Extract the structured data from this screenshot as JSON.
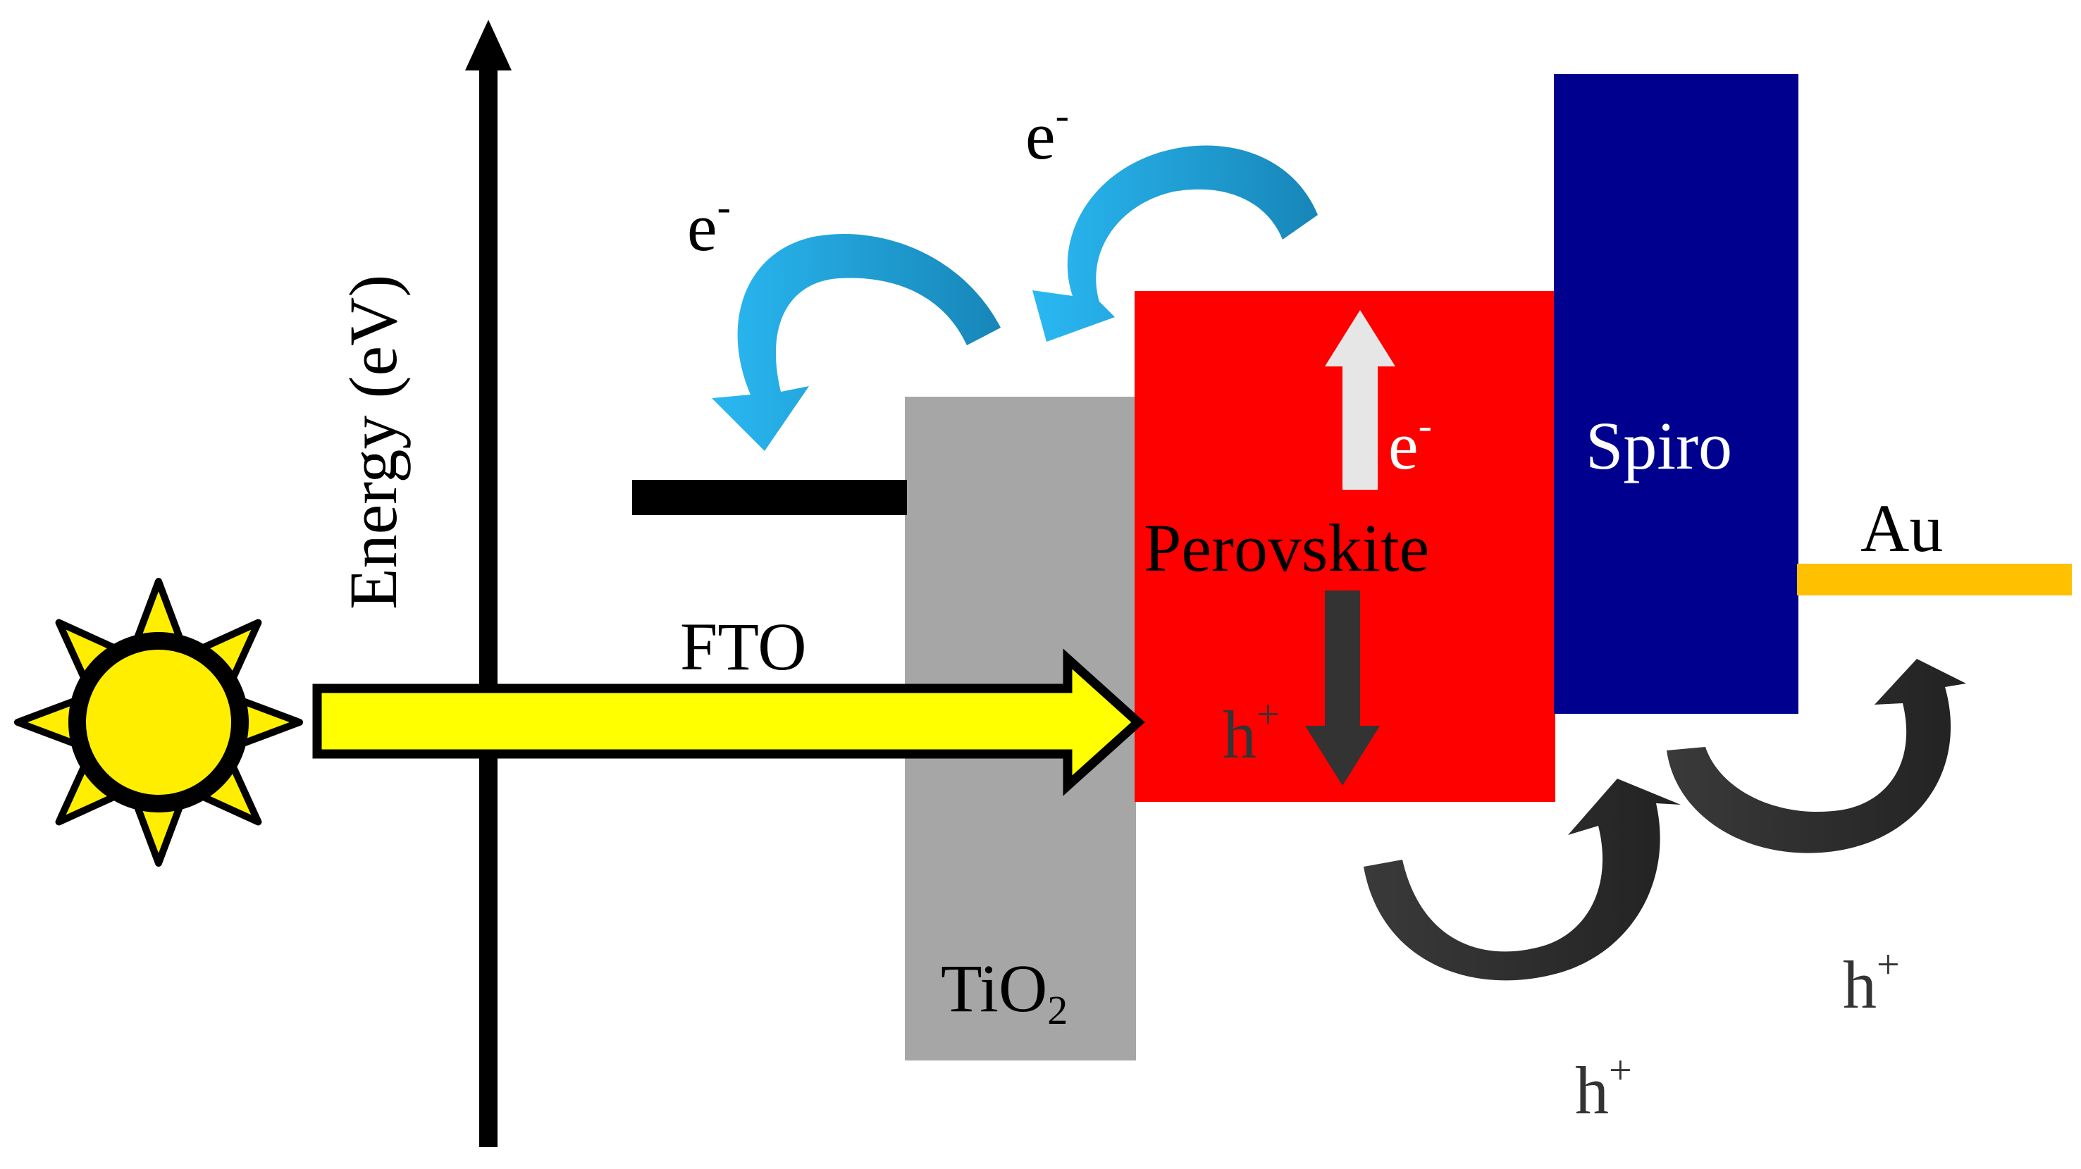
{
  "axis": {
    "label": "Energy (eV)"
  },
  "layers": {
    "fto": "FTO",
    "tio2": {
      "base": "TiO",
      "sub": "2"
    },
    "perovskite": "Perovskite",
    "spiro": "Spiro",
    "au": "Au"
  },
  "carriers": {
    "electron": {
      "base": "e",
      "sup": "-"
    },
    "hole": {
      "base": "h",
      "sup": "+"
    }
  },
  "colors": {
    "tio2": "#a6a6a6",
    "perovskite": "#ff0000",
    "spiro": "#00008f",
    "au": "#ffc000",
    "light_arrow": "#ffff00",
    "sun": "#ffee00",
    "electron_arrow": "#1fb0ea",
    "hole_arrow": "#333333",
    "axis": "#000000"
  },
  "icons": {
    "sun": "sun-icon"
  }
}
